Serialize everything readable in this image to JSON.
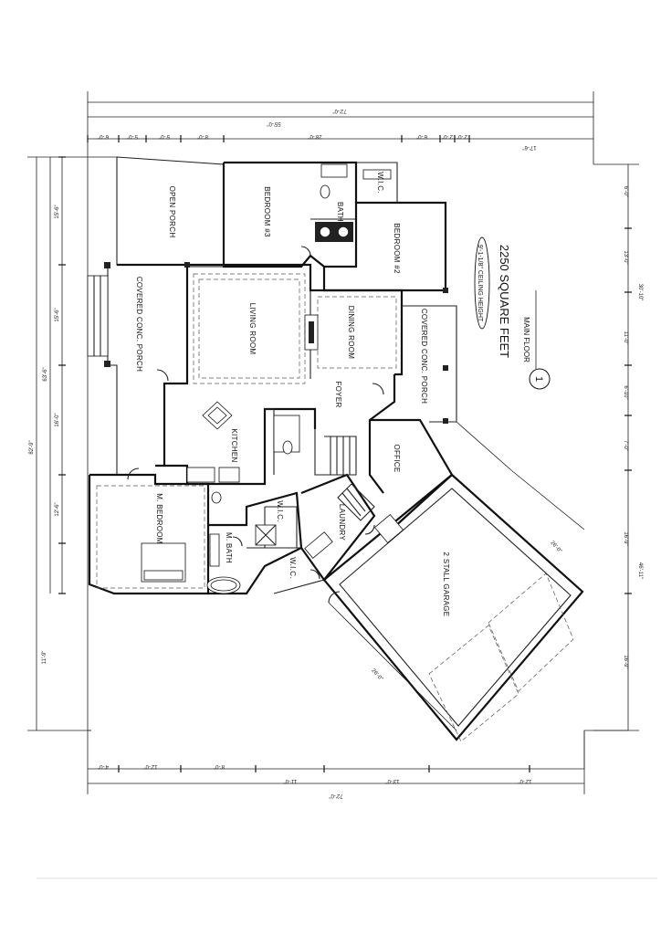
{
  "plan": {
    "square_feet": "2250 SQUARE FEET",
    "ceiling_note": "9'-1-1/8\" CEILING HEIGHT",
    "sheet_number": "1",
    "sheet_title": "MAIN FLOOR"
  },
  "rooms": {
    "open_porch": "OPEN PORCH",
    "bedroom3": "BEDROOM #3",
    "bath": "BATH",
    "wlc_top": "W.I.C.",
    "bedroom2": "BEDROOM #2",
    "living_room": "LIVING ROOM",
    "dining_room": "DINING ROOM",
    "covered_porch_left": "COVERED CONC. PORCH",
    "covered_porch_right": "COVERED CONC. PORCH",
    "foyer": "FOYER",
    "kitchen": "KITCHEN",
    "office": "OFFICE",
    "laundry": "LAUNDRY",
    "m_bedroom": "M. BEDROOM",
    "m_bath": "M. BATH",
    "wic_mid": "W.I.C.",
    "wic_low": "W.I.C.",
    "garage": "2 STALL GARAGE"
  },
  "dimensions": {
    "top_overall": "72'-0\"",
    "top_secondary": "55'-0\"",
    "top_segments": [
      "6'-0\"",
      "5'-0\"",
      "5'-0\"",
      "8'-0\"",
      "28'-0\"",
      "6'-0\"",
      "2'-0\"",
      "2'-0\"",
      "17'-6\""
    ],
    "left_overall": "82'-9\"",
    "left_secondary": "63'-6\"",
    "left_segments": [
      "15'-6\"",
      "15'-6\"",
      "16'-0\"",
      "12'-6\"",
      "11'-9\""
    ],
    "right_segments": [
      "6'-0\"",
      "13'-0\"",
      "30'-10\"",
      "11'-0\"",
      "6'-10\"",
      "7'-0\"",
      "16'-9\"",
      "46'-11\"",
      "16'-9\""
    ],
    "bottom_overall": "72'-0\"",
    "bottom_segments": [
      "4'-0\"",
      "12'-0\"",
      "8'-0\"",
      "11'-0\"",
      "13'-0\"",
      "12'-0\""
    ],
    "garage_side": "26'-0\"",
    "garage_front": "26'-0\""
  }
}
